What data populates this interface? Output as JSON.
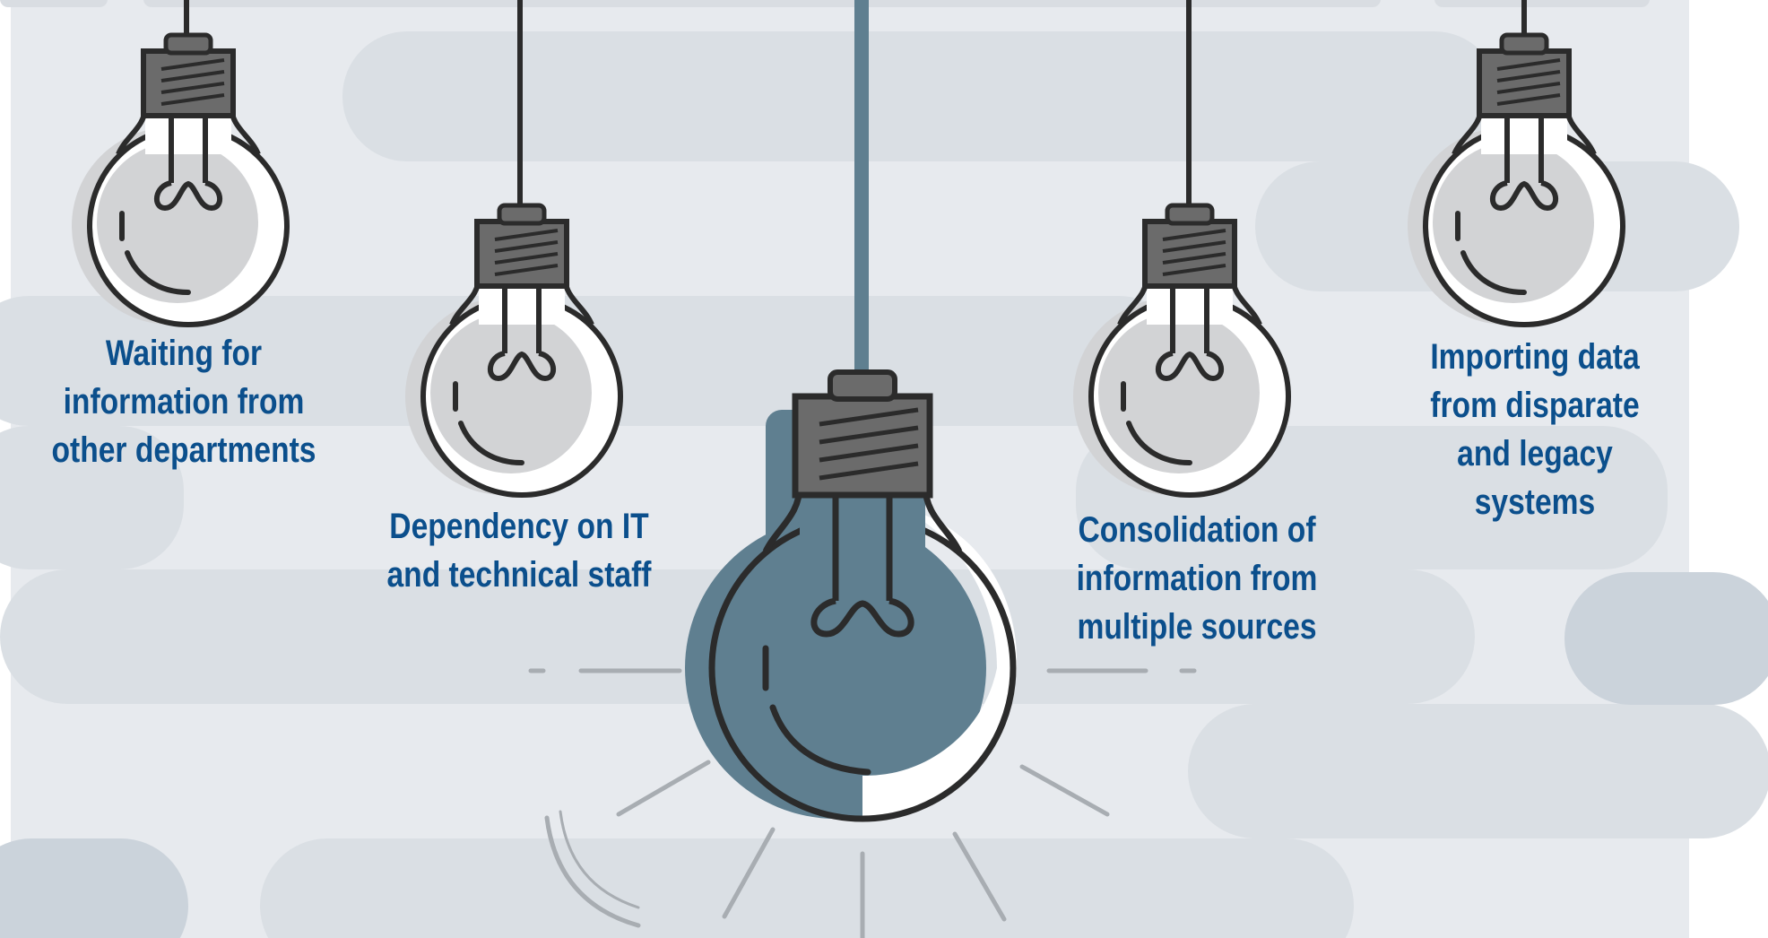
{
  "colors": {
    "background": "#ffffff",
    "panel": "#e7eaee",
    "cloud": "#dadfe4",
    "cloud_accent": "#cbd3db",
    "outline": "#2b2b2b",
    "glass_shade": "#d2d3d5",
    "socket": "#6b6b6b",
    "highlight_bulb": "#5f7f90",
    "label_text": "#0b4f8c",
    "rays": "#a8adb2"
  },
  "icons": {
    "bulb": "light-bulb-icon",
    "highlight": "lit-light-bulb-icon"
  },
  "labels": {
    "bulb_1": "Waiting for\ninformation from\nother departments",
    "bulb_2": "Dependency on IT\nand technical staff",
    "bulb_3": "Consolidation of\ninformation from\nmultiple sources",
    "bulb_4": "Importing data\nfrom disparate\nand legacy\nsystems"
  }
}
